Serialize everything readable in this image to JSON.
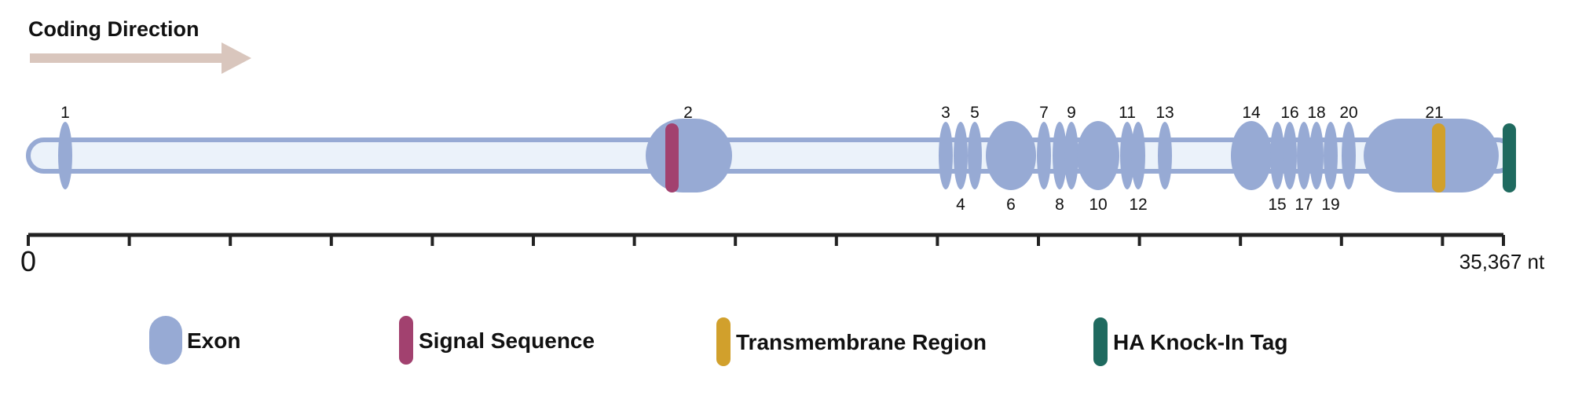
{
  "title": "Coding Direction",
  "colors": {
    "exon": "#97aad4",
    "intron_fill": "#ebf2fa",
    "signal_sequence": "#a2416f",
    "transmembrane_region": "#d1a02c",
    "ha_tag": "#1f6a5f",
    "arrow": "#d9c6bd",
    "axis": "#222222"
  },
  "exons": [
    {
      "label": "1",
      "size": "thin",
      "label_pos": "above"
    },
    {
      "label": "2",
      "size": "large",
      "label_pos": "above"
    },
    {
      "label": "3",
      "size": "thin",
      "label_pos": "above"
    },
    {
      "label": "4",
      "size": "thin",
      "label_pos": "below"
    },
    {
      "label": "5",
      "size": "thin",
      "label_pos": "above"
    },
    {
      "label": "6",
      "size": "medium",
      "label_pos": "below"
    },
    {
      "label": "7",
      "size": "thin",
      "label_pos": "above"
    },
    {
      "label": "8",
      "size": "thin",
      "label_pos": "below"
    },
    {
      "label": "9",
      "size": "thin",
      "label_pos": "above"
    },
    {
      "label": "10",
      "size": "medium",
      "label_pos": "below"
    },
    {
      "label": "11",
      "size": "thin",
      "label_pos": "above"
    },
    {
      "label": "12",
      "size": "thin",
      "label_pos": "below"
    },
    {
      "label": "13",
      "size": "thin",
      "label_pos": "above"
    },
    {
      "label": "14",
      "size": "medium",
      "label_pos": "above"
    },
    {
      "label": "15",
      "size": "thin",
      "label_pos": "below"
    },
    {
      "label": "16",
      "size": "thin",
      "label_pos": "above"
    },
    {
      "label": "17",
      "size": "thin",
      "label_pos": "below"
    },
    {
      "label": "18",
      "size": "thin",
      "label_pos": "above"
    },
    {
      "label": "19",
      "size": "thin",
      "label_pos": "below"
    },
    {
      "label": "20",
      "size": "thin",
      "label_pos": "above"
    },
    {
      "label": "21",
      "size": "large",
      "label_pos": "above"
    }
  ],
  "axis": {
    "start_label": "0",
    "end_label": "35,367 nt",
    "tick_count": 15
  },
  "legend": [
    {
      "label": "Exon",
      "color_key": "exon",
      "shape": "exon"
    },
    {
      "label": "Signal Sequence",
      "color_key": "signal_sequence",
      "shape": "bar"
    },
    {
      "label": "Transmembrane Region",
      "color_key": "transmembrane_region",
      "shape": "bar"
    },
    {
      "label": "HA Knock-In Tag",
      "color_key": "ha_tag",
      "shape": "bar"
    }
  ]
}
